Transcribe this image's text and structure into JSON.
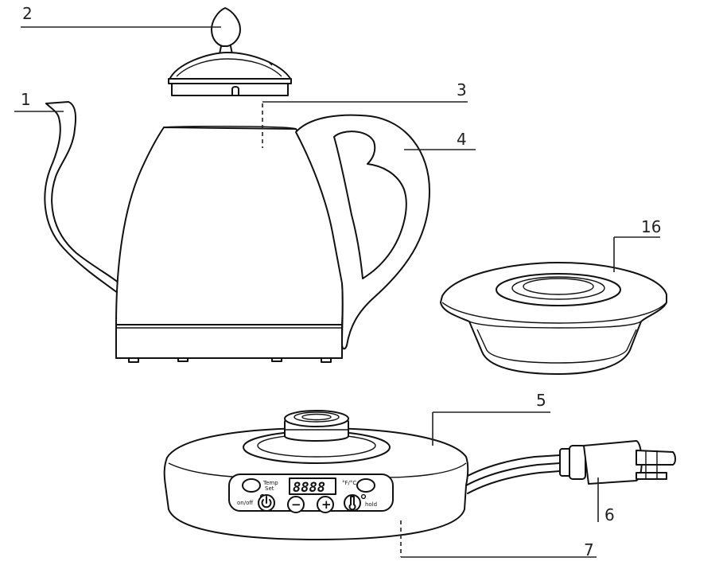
{
  "callouts": {
    "c1": "1",
    "c2": "2",
    "c3": "3",
    "c4": "4",
    "c5": "5",
    "c6": "6",
    "c7": "7",
    "c16": "16"
  },
  "control_panel": {
    "temp_set_line1": "Temp",
    "temp_set_line2": "Set",
    "display": "8888",
    "unit_toggle": "°F/°C",
    "onoff": "on/off",
    "hold": "hold",
    "minus": "−",
    "plus": "+"
  }
}
